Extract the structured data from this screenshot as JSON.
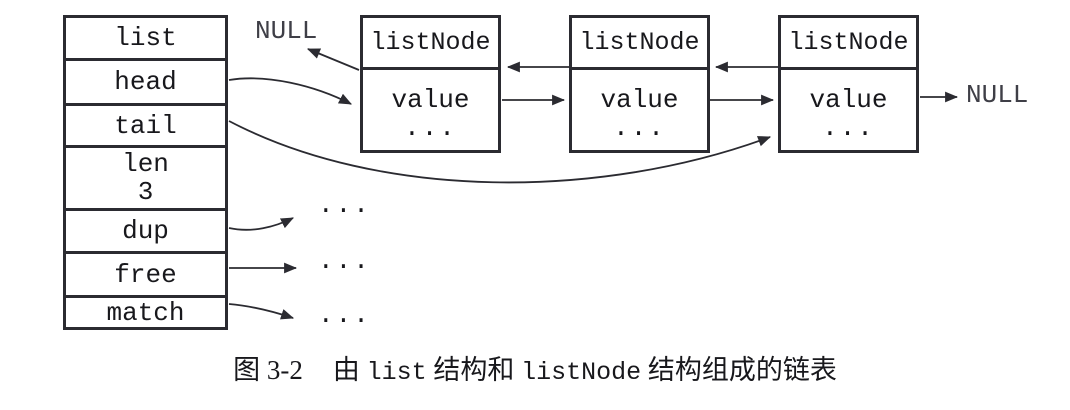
{
  "colors": {
    "bg": "#ffffff",
    "line": "#2b2b31",
    "text": "#18181c",
    "muted": "#3f3f47"
  },
  "list_struct": {
    "rows": [
      {
        "label": "list"
      },
      {
        "label": "head"
      },
      {
        "label": "tail"
      },
      {
        "label": "len",
        "value": "3"
      },
      {
        "label": "dup"
      },
      {
        "label": "free"
      },
      {
        "label": "match"
      }
    ]
  },
  "nodes": [
    {
      "title": "listNode",
      "value": "value",
      "ellipsis": "..."
    },
    {
      "title": "listNode",
      "value": "value",
      "ellipsis": "..."
    },
    {
      "title": "listNode",
      "value": "value",
      "ellipsis": "..."
    }
  ],
  "labels": {
    "prev_null": "NULL",
    "next_null": "NULL",
    "dup_ellipsis": "...",
    "free_ellipsis": "...",
    "match_ellipsis": "..."
  },
  "caption": {
    "figure_number": "图 3-2",
    "parts": [
      {
        "text": "由 "
      },
      {
        "text": "list",
        "code": true
      },
      {
        "text": " 结构和 "
      },
      {
        "text": "listNode",
        "code": true
      },
      {
        "text": " 结构组成的链表"
      }
    ]
  }
}
